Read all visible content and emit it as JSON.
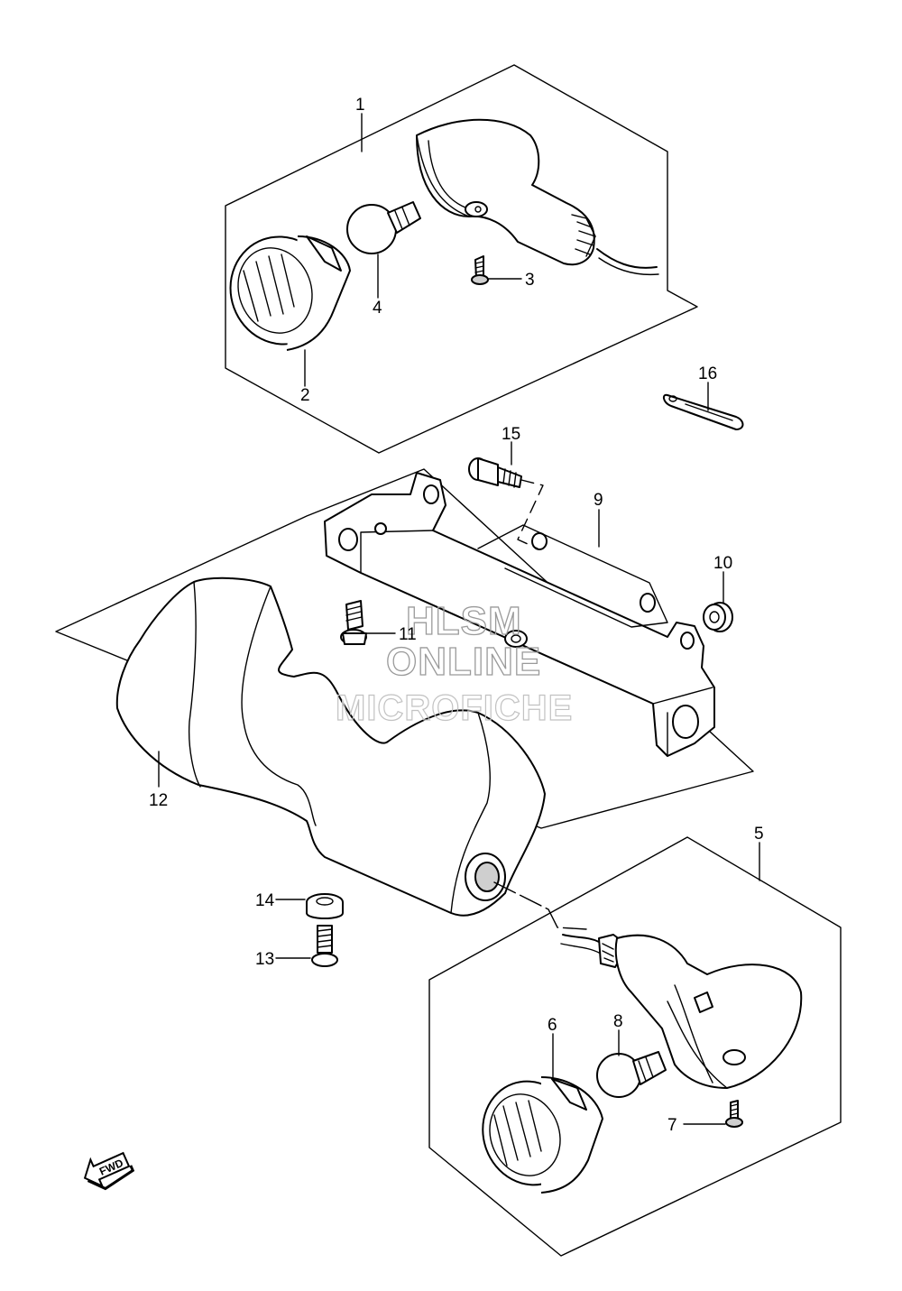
{
  "watermark": {
    "line1": "HLSM",
    "line2": "ONLINE",
    "line3": "MICROFICHE"
  },
  "fwd_label": "FWD",
  "callouts": [
    {
      "number": "1"
    },
    {
      "number": "2"
    },
    {
      "number": "3"
    },
    {
      "number": "4"
    },
    {
      "number": "5"
    },
    {
      "number": "6"
    },
    {
      "number": "7"
    },
    {
      "number": "8"
    },
    {
      "number": "9"
    },
    {
      "number": "10"
    },
    {
      "number": "11"
    },
    {
      "number": "12"
    },
    {
      "number": "13"
    },
    {
      "number": "14"
    },
    {
      "number": "15"
    },
    {
      "number": "16"
    }
  ]
}
